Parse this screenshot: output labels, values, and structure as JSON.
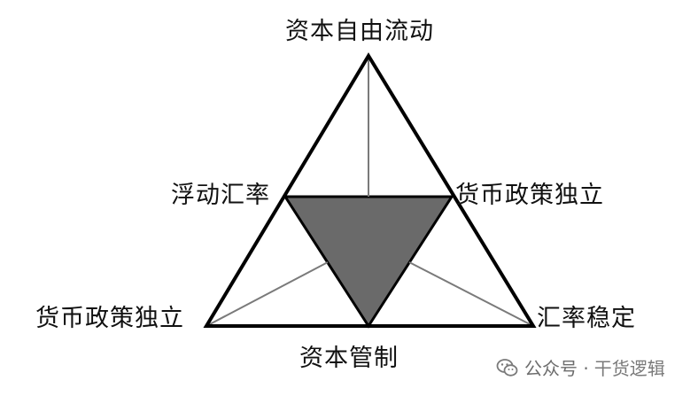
{
  "diagram": {
    "top_label": "资本自由流动",
    "upper_left_label": "浮动汇率",
    "upper_right_label": "货币政策独立",
    "lower_left_label": "货币政策独立",
    "lower_right_label": "汇率稳定",
    "bottom_label": "资本管制",
    "colors": {
      "outline": "#000000",
      "inner_lines": "#7a7a7a",
      "shaded_triangle": "#6a6a6a"
    }
  },
  "watermark": {
    "prefix": "公众号 ·",
    "name": "干货逻辑",
    "icon": "wechat-icon"
  }
}
